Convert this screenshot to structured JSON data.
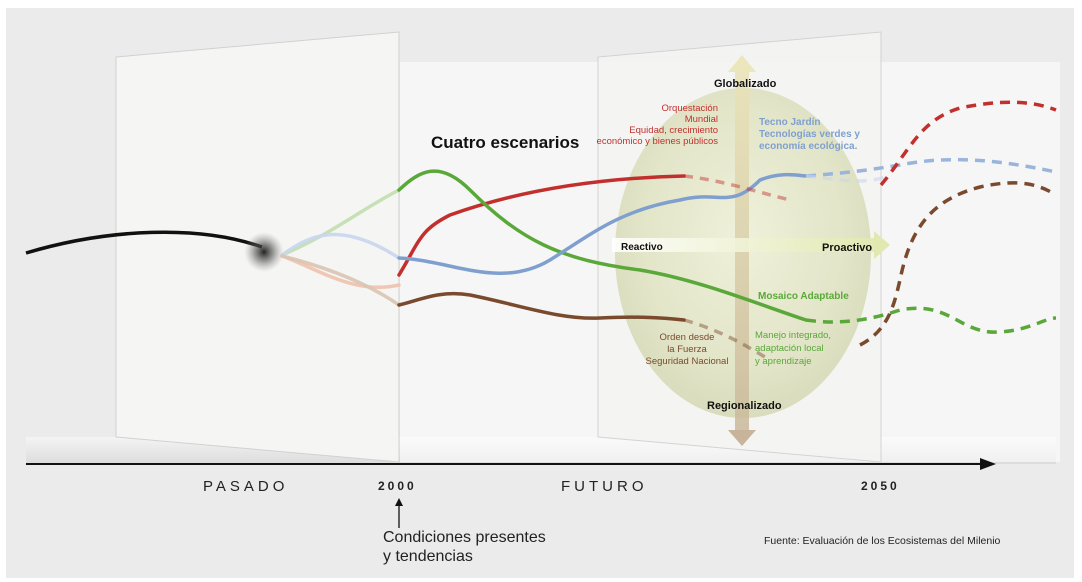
{
  "title": "Cuatro escenarios",
  "timeline": {
    "past_label": "PASADO",
    "future_label": "FUTURO",
    "year_present": "2000",
    "year_future": "2050",
    "present_note_line1": "Condiciones presentes",
    "present_note_line2": "y tendencias"
  },
  "axes": {
    "top": "Globalizado",
    "bottom": "Regionalizado",
    "left": "Reactivo",
    "right": "Proactivo"
  },
  "scenarios": {
    "orquestacion": {
      "name_line1": "Orquestación",
      "name_line2": "Mundial",
      "desc_line1": "Equidad, crecimiento",
      "desc_line2": "económico y bienes públicos",
      "color": "#c2302e"
    },
    "tecnojardin": {
      "name_line1": "Tecno Jardín",
      "desc_line1": "Tecnologías verdes y",
      "desc_line2": "economía ecológica.",
      "color": "#7f9fcf"
    },
    "mosaico": {
      "name_line1": "Mosaico Adaptable",
      "desc_line1": "Manejo integrado,",
      "desc_line2": "adaptación local",
      "desc_line3": "y aprendizaje",
      "color": "#5aa83a"
    },
    "orden": {
      "name_line1": "Orden desde",
      "name_line2": "la Fuerza",
      "desc_line1": "Seguridad Nacional",
      "color": "#7a4a2e"
    }
  },
  "source": "Fuente: Evaluación de los Ecosistemas del Milenio"
}
